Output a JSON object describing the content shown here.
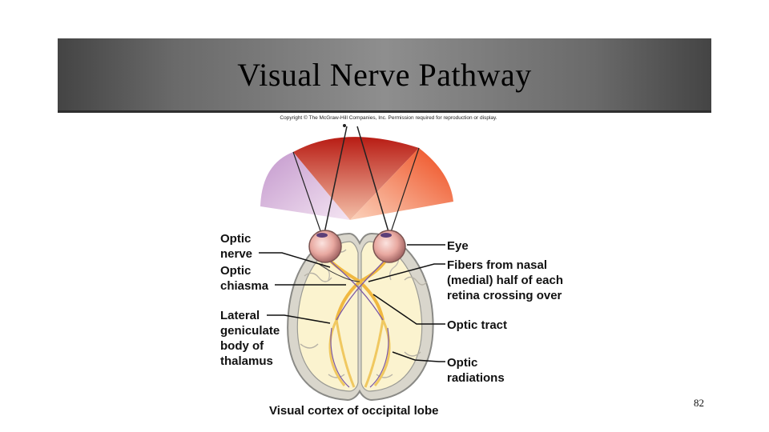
{
  "slide": {
    "title": "Visual Nerve Pathway",
    "page_number": "82"
  },
  "figure": {
    "copyright": "Copyright © The McGraw-Hill Companies, Inc. Permission required for reproduction or display.",
    "labels": {
      "optic_nerve": "Optic\nnerve",
      "optic_chiasma": "Optic\nchiasma",
      "lateral_geniculate": "Lateral\ngeniculate\nbody of\nthalamus",
      "eye": "Eye",
      "fibers_nasal": "Fibers from nasal\n(medial) half of each\nretina crossing over",
      "optic_tract": "Optic tract",
      "optic_radiations": "Optic\nradiations",
      "visual_cortex": "Visual cortex of occipital lobe"
    }
  },
  "colors": {
    "title_bar": "#6a6a6a",
    "visual_field_red": "#c8241c",
    "visual_field_orange": "#f05a2a",
    "visual_field_purple": "#b57bc0",
    "brain_fill": "#fbf3cf",
    "optic_pathway": "#f0b840"
  }
}
